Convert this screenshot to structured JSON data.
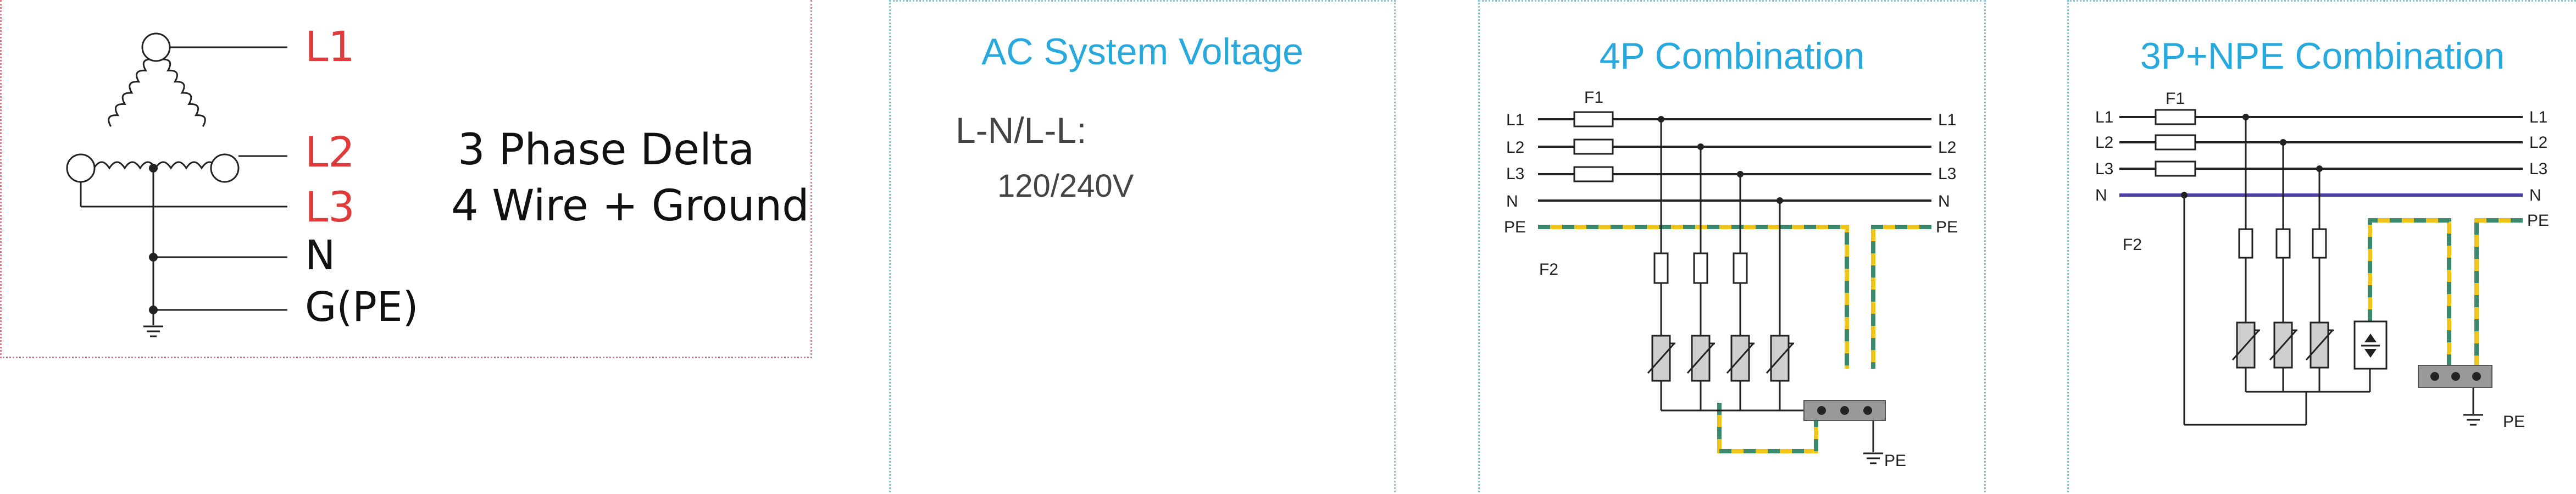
{
  "delta": {
    "phase_labels": [
      "L1",
      "L2",
      "L3"
    ],
    "neutral_label": "N",
    "ground_label": "G(PE)",
    "description_line1": "3 Phase Delta",
    "description_line2": "4 Wire + Ground",
    "phase_color": "#e03a3a"
  },
  "voltage": {
    "title": "AC System Voltage",
    "label": "L-N/L-L:",
    "value": "120/240V"
  },
  "four_p": {
    "title": "4P Combination",
    "fuse1_label": "F1",
    "fuse2_label": "F2",
    "left_lines": [
      "L1",
      "L2",
      "L3",
      "N",
      "PE"
    ],
    "right_lines": [
      "L1",
      "L2",
      "L3",
      "N",
      "PE"
    ],
    "ground_label": "PE"
  },
  "three_p_npe": {
    "title": "3P+NPE Combination",
    "fuse1_label": "F1",
    "fuse2_label": "F2",
    "left_lines": [
      "L1",
      "L2",
      "L3",
      "N"
    ],
    "right_lines": [
      "L1",
      "L2",
      "L3",
      "N",
      "PE"
    ],
    "ground_label": "PE",
    "neutral_color": "#4b3fa8"
  },
  "colors": {
    "title_blue": "#27a9dd",
    "pe_green": "#3b8a6e",
    "pe_yellow": "#f0c419",
    "component_gray": "#cfcfcf"
  }
}
